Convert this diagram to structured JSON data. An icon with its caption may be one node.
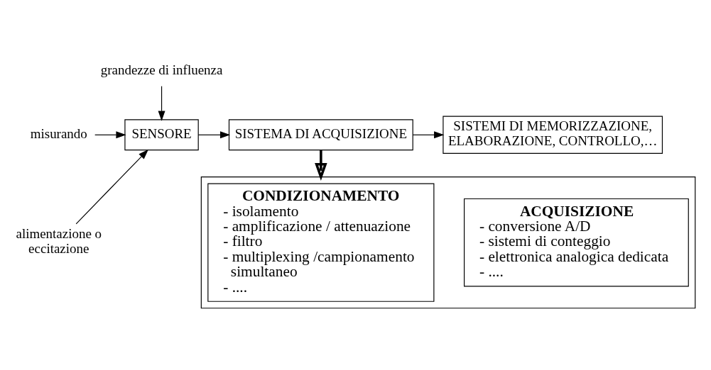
{
  "diagram": {
    "nodes": [
      {
        "text": [
          "grandezze di influenza"
        ]
      },
      {
        "text": [
          "misurando"
        ]
      },
      {
        "text": [
          "alimentazione o eccitazione"
        ]
      },
      {
        "text": [
          "SENSORE"
        ]
      },
      {
        "text": [
          "SISTEMA DI ACQUISIZIONE"
        ]
      },
      {
        "text": [
          "SISTEMI DI MEMORIZZAZIONE, ELABORAZIONE, CONTROLLO,…"
        ]
      },
      {
        "text": [],
        "shape": "box"
      },
      {
        "text": [
          "CONDIZIONAMENTO",
          "- isolamento",
          "- amplificazione / attenuazione",
          "- filtro",
          "- multiplexing /campionamento simultaneo",
          "- ...."
        ],
        "in": 6
      },
      {
        "text": [
          "ACQUISIZIONE",
          "- conversione A/D",
          "- sistemi di conteggio",
          "- elettronica analogica dedicata",
          "- ...."
        ],
        "in": 6
      }
    ],
    "edges": [
      {
        "from": 0,
        "to": 3,
        "arrow": "to"
      },
      {
        "from": 1,
        "to": 3,
        "arrow": "to"
      },
      {
        "from": 2,
        "to": 3,
        "arrow": "to"
      },
      {
        "from": 3,
        "to": 4,
        "arrow": "to"
      },
      {
        "from": 4,
        "to": 5,
        "arrow": "to"
      },
      {
        "from": 4,
        "to": 6,
        "arrow": "to",
        "style": "thick"
      }
    ]
  }
}
